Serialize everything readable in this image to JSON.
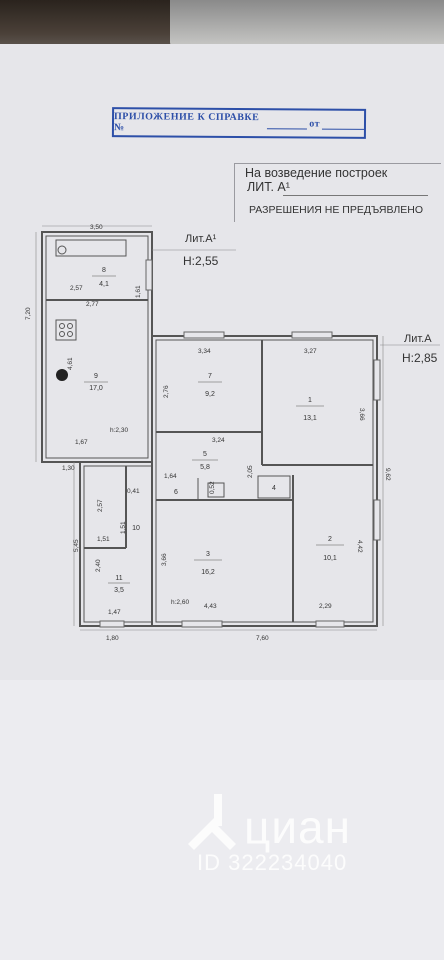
{
  "stamp": {
    "prefix": "ПРИЛОЖЕНИЕ К СПРАВКЕ №",
    "from": "от"
  },
  "notice": {
    "line1": "На возведение построек",
    "line2": "ЛИТ. А¹",
    "line3": "РАЗРЕШЕНИЯ НЕ ПРЕДЪЯВЛЕНО"
  },
  "labels": {
    "lit_a1": "Лит.А¹",
    "h_a1": "Н:2,55",
    "lit_a": "Лит.А",
    "h_a": "Н:2,85",
    "h_room9": "h:2,30",
    "h_room3": "h:2,60"
  },
  "rooms": [
    {
      "num": "8",
      "area": "4,1"
    },
    {
      "num": "9",
      "area": "17,0"
    },
    {
      "num": "7",
      "area": "9,2"
    },
    {
      "num": "1",
      "area": "13,1"
    },
    {
      "num": "5",
      "area": "5,8"
    },
    {
      "num": "6",
      "area": ""
    },
    {
      "num": "4",
      "area": ""
    },
    {
      "num": "3",
      "area": "16,2"
    },
    {
      "num": "2",
      "area": "10,1"
    },
    {
      "num": "11",
      "area": "3,5"
    },
    {
      "num": "10",
      "area": ""
    }
  ],
  "dimensions": {
    "d350": "3,50",
    "d720": "7,20",
    "d257a": "2,57",
    "d161": "1,61",
    "d277": "2,77",
    "d461": "4,61",
    "d167": "1,67",
    "d130": "1,30",
    "d334": "3,34",
    "d327": "3,27",
    "d276": "2,76",
    "d366a": "3,66",
    "d324": "3,24",
    "d205": "2,05",
    "d164": "1,64",
    "d052": "0,52",
    "d041": "0,41",
    "d257b": "2,57",
    "d151a": "1,51",
    "d151b": "1,51",
    "d240": "2,40",
    "d545": "5,45",
    "d147": "1,47",
    "d180": "1,80",
    "d760": "7,60",
    "d366b": "3,66",
    "d443": "4,43",
    "d229": "2,29",
    "d442": "4,42",
    "d962": "9,62"
  },
  "watermark": {
    "brand": "циан",
    "id": "ID 322234040",
    "icon": "cian-logo-icon"
  },
  "colors": {
    "stamp": "#2d4fa8",
    "wall": "#555555",
    "paper": "#e6e6ea"
  }
}
